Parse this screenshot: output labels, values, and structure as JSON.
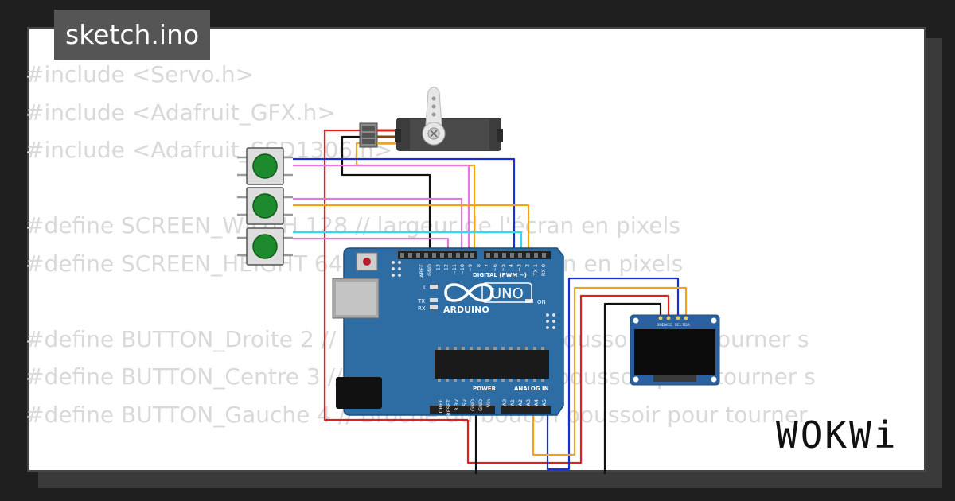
{
  "file_tab": {
    "label": "sketch.ino"
  },
  "code_lines": [
    "#include <Servo.h>",
    "#include <Adafruit_GFX.h>",
    "#include <Adafruit_SSD1306.h>",
    "",
    "#define SCREEN_WIDTH 128 // largeur de l'écran en pixels",
    "#define SCREEN_HEIGHT 64 // hauteur de l'écran en pixels",
    "",
    "#define BUTTON_Droite 2 // Broche du bouton poussoir pour tourner s",
    "#define BUTTON_Centre 3 // Broche du bouton poussoir pour tourner s",
    "#define BUTTON_Gauche 4 // Broche du bouton poussoir pour tourner"
  ],
  "brand": {
    "text": "WOKWi"
  },
  "board": {
    "logo": "ARDUINO",
    "model": "UNO",
    "digital_label": "DIGITAL (PWM ~)",
    "power_label": "POWER",
    "analog_label": "ANALOG IN",
    "on_label": "ON",
    "l_label": "L",
    "tx_label": "TX",
    "rx_label": "RX",
    "digital_pins": [
      "AREF",
      "GND",
      "13",
      "12",
      "~11",
      "~10",
      "~9",
      "8",
      "7",
      "~6",
      "~5",
      "4",
      "~3",
      "2",
      "TX 1",
      "RX 0"
    ],
    "power_pins": [
      "IOREF",
      "RESET",
      "3.3V",
      "5V",
      "GND",
      "GND",
      "Vin"
    ],
    "analog_pins": [
      "A0",
      "A1",
      "A2",
      "A3",
      "A4",
      "A5"
    ]
  },
  "oled": {
    "pins": [
      "GND",
      "VCC",
      "SCL",
      "SDA"
    ]
  },
  "colors": {
    "board": "#2e6da4",
    "button": "#1e8a2e",
    "wire_red": "#e02020",
    "wire_black": "#111111",
    "wire_blue": "#1a2fd8",
    "wire_orange": "#f3a21b",
    "wire_pink": "#e878e0",
    "wire_cyan": "#34d8f0",
    "code_text": "#d9d9d9"
  },
  "icons": [
    "servo-icon",
    "pushbutton-icon",
    "arduino-board-icon",
    "oled-display-icon",
    "infinity-logo-icon"
  ]
}
